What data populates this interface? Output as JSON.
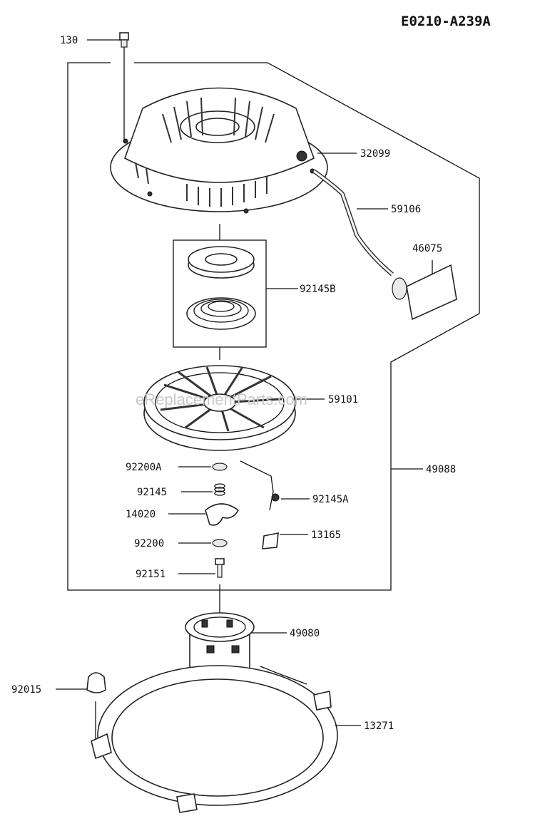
{
  "diagram_id": "E0210-A239A",
  "watermark": "eReplacementParts.com",
  "parts": [
    {
      "id": "130"
    },
    {
      "id": "32099"
    },
    {
      "id": "59106"
    },
    {
      "id": "46075"
    },
    {
      "id": "92145B"
    },
    {
      "id": "59101"
    },
    {
      "id": "49088"
    },
    {
      "id": "92200A"
    },
    {
      "id": "92145"
    },
    {
      "id": "92145A"
    },
    {
      "id": "14020"
    },
    {
      "id": "13165"
    },
    {
      "id": "92200"
    },
    {
      "id": "92151"
    },
    {
      "id": "49080"
    },
    {
      "id": "92015"
    },
    {
      "id": "13271"
    }
  ]
}
